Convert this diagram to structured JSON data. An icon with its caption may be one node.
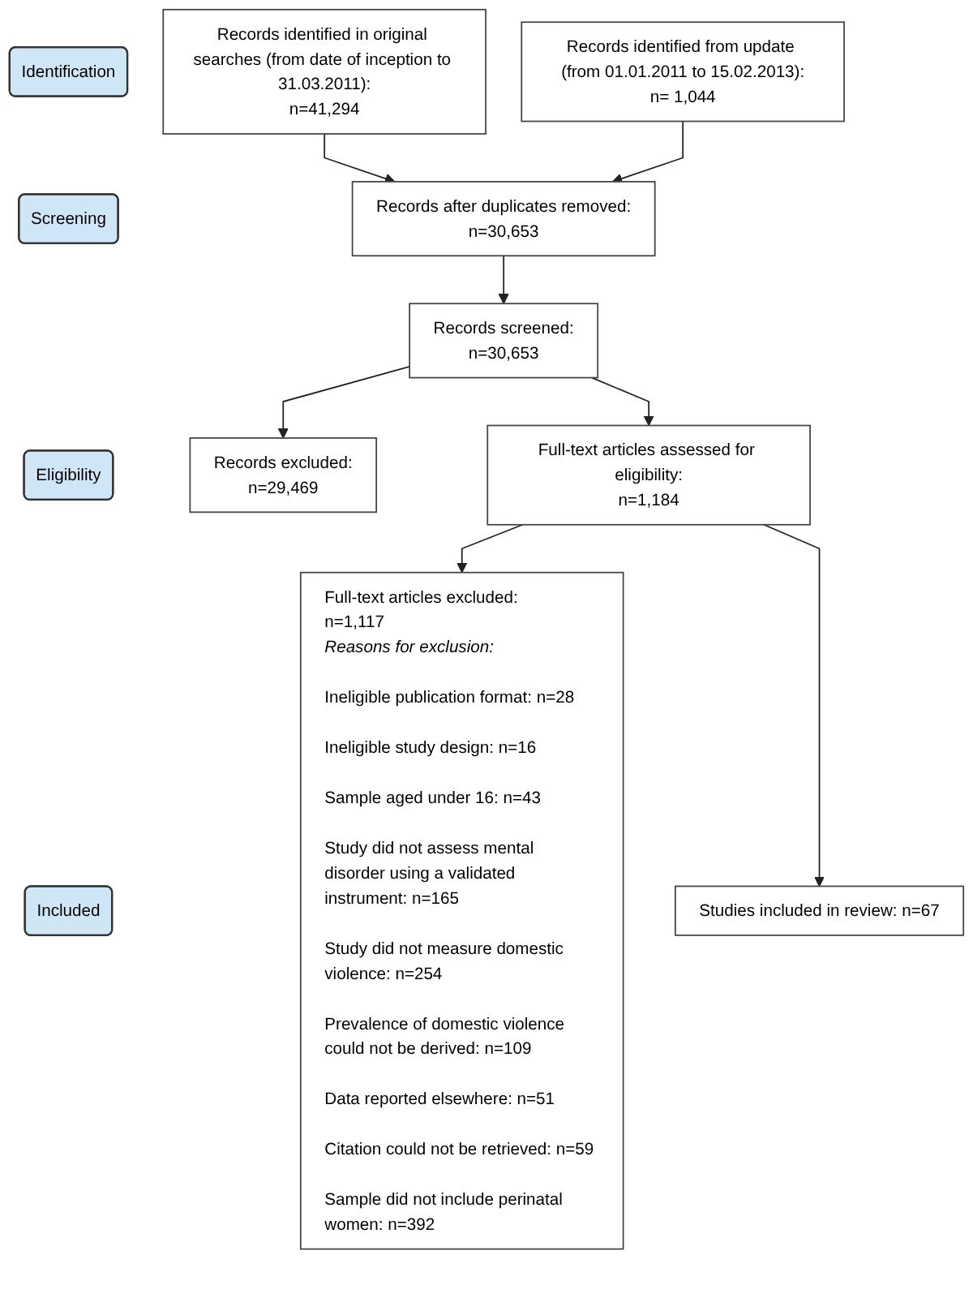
{
  "diagram": {
    "nodes": [
      {
        "text": [
          "Identification"
        ]
      },
      {
        "text": [
          "Screening"
        ]
      },
      {
        "text": [
          "Eligibility"
        ]
      },
      {
        "text": [
          "Included"
        ]
      },
      {
        "text": [
          "Records identified in original searches (from date of inception to 31.03.2011):",
          "n=41,294"
        ]
      },
      {
        "text": [
          "Records identified from update (from 01.01.2011 to 15.02.2013):",
          "n= 1,044"
        ]
      },
      {
        "text": [
          "Records after duplicates removed:",
          "n=30,653"
        ]
      },
      {
        "text": [
          "Records excluded:",
          "n=29,469"
        ]
      },
      {
        "text": [
          "Records screened:",
          "n=30,653"
        ]
      },
      {
        "text": [
          "Full-text articles excluded:",
          "n=1,117",
          "Reasons for exclusion:",
          "Ineligible publication format: n=28",
          "Ineligible study design: n=16",
          "Sample aged under 16: n=43",
          "Study did not assess mental disorder using a validated instrument: n=165",
          "Study did not measure domestic violence: n=254",
          "Prevalence of domestic violence could not be derived: n=109",
          "Data reported elsewhere: n=51",
          "Citation could not be retrieved: n=59",
          "Sample did not include perinatal women: n=392"
        ]
      },
      {
        "text": [
          "Full-text articles assessed for eligibility:",
          "n=1,184"
        ]
      },
      {
        "text": [
          "Studies included in review: n=67"
        ]
      }
    ],
    "edges": [
      {
        "from": 4,
        "to": 6,
        "arrow": "to"
      },
      {
        "from": 5,
        "to": 6,
        "arrow": "to"
      },
      {
        "from": 6,
        "to": 8,
        "arrow": "to"
      },
      {
        "from": 8,
        "to": 7,
        "arrow": "to"
      },
      {
        "from": 8,
        "to": 10,
        "arrow": "to"
      },
      {
        "from": 10,
        "to": 9,
        "arrow": "to"
      },
      {
        "from": 10,
        "to": 11,
        "arrow": "to"
      }
    ]
  }
}
